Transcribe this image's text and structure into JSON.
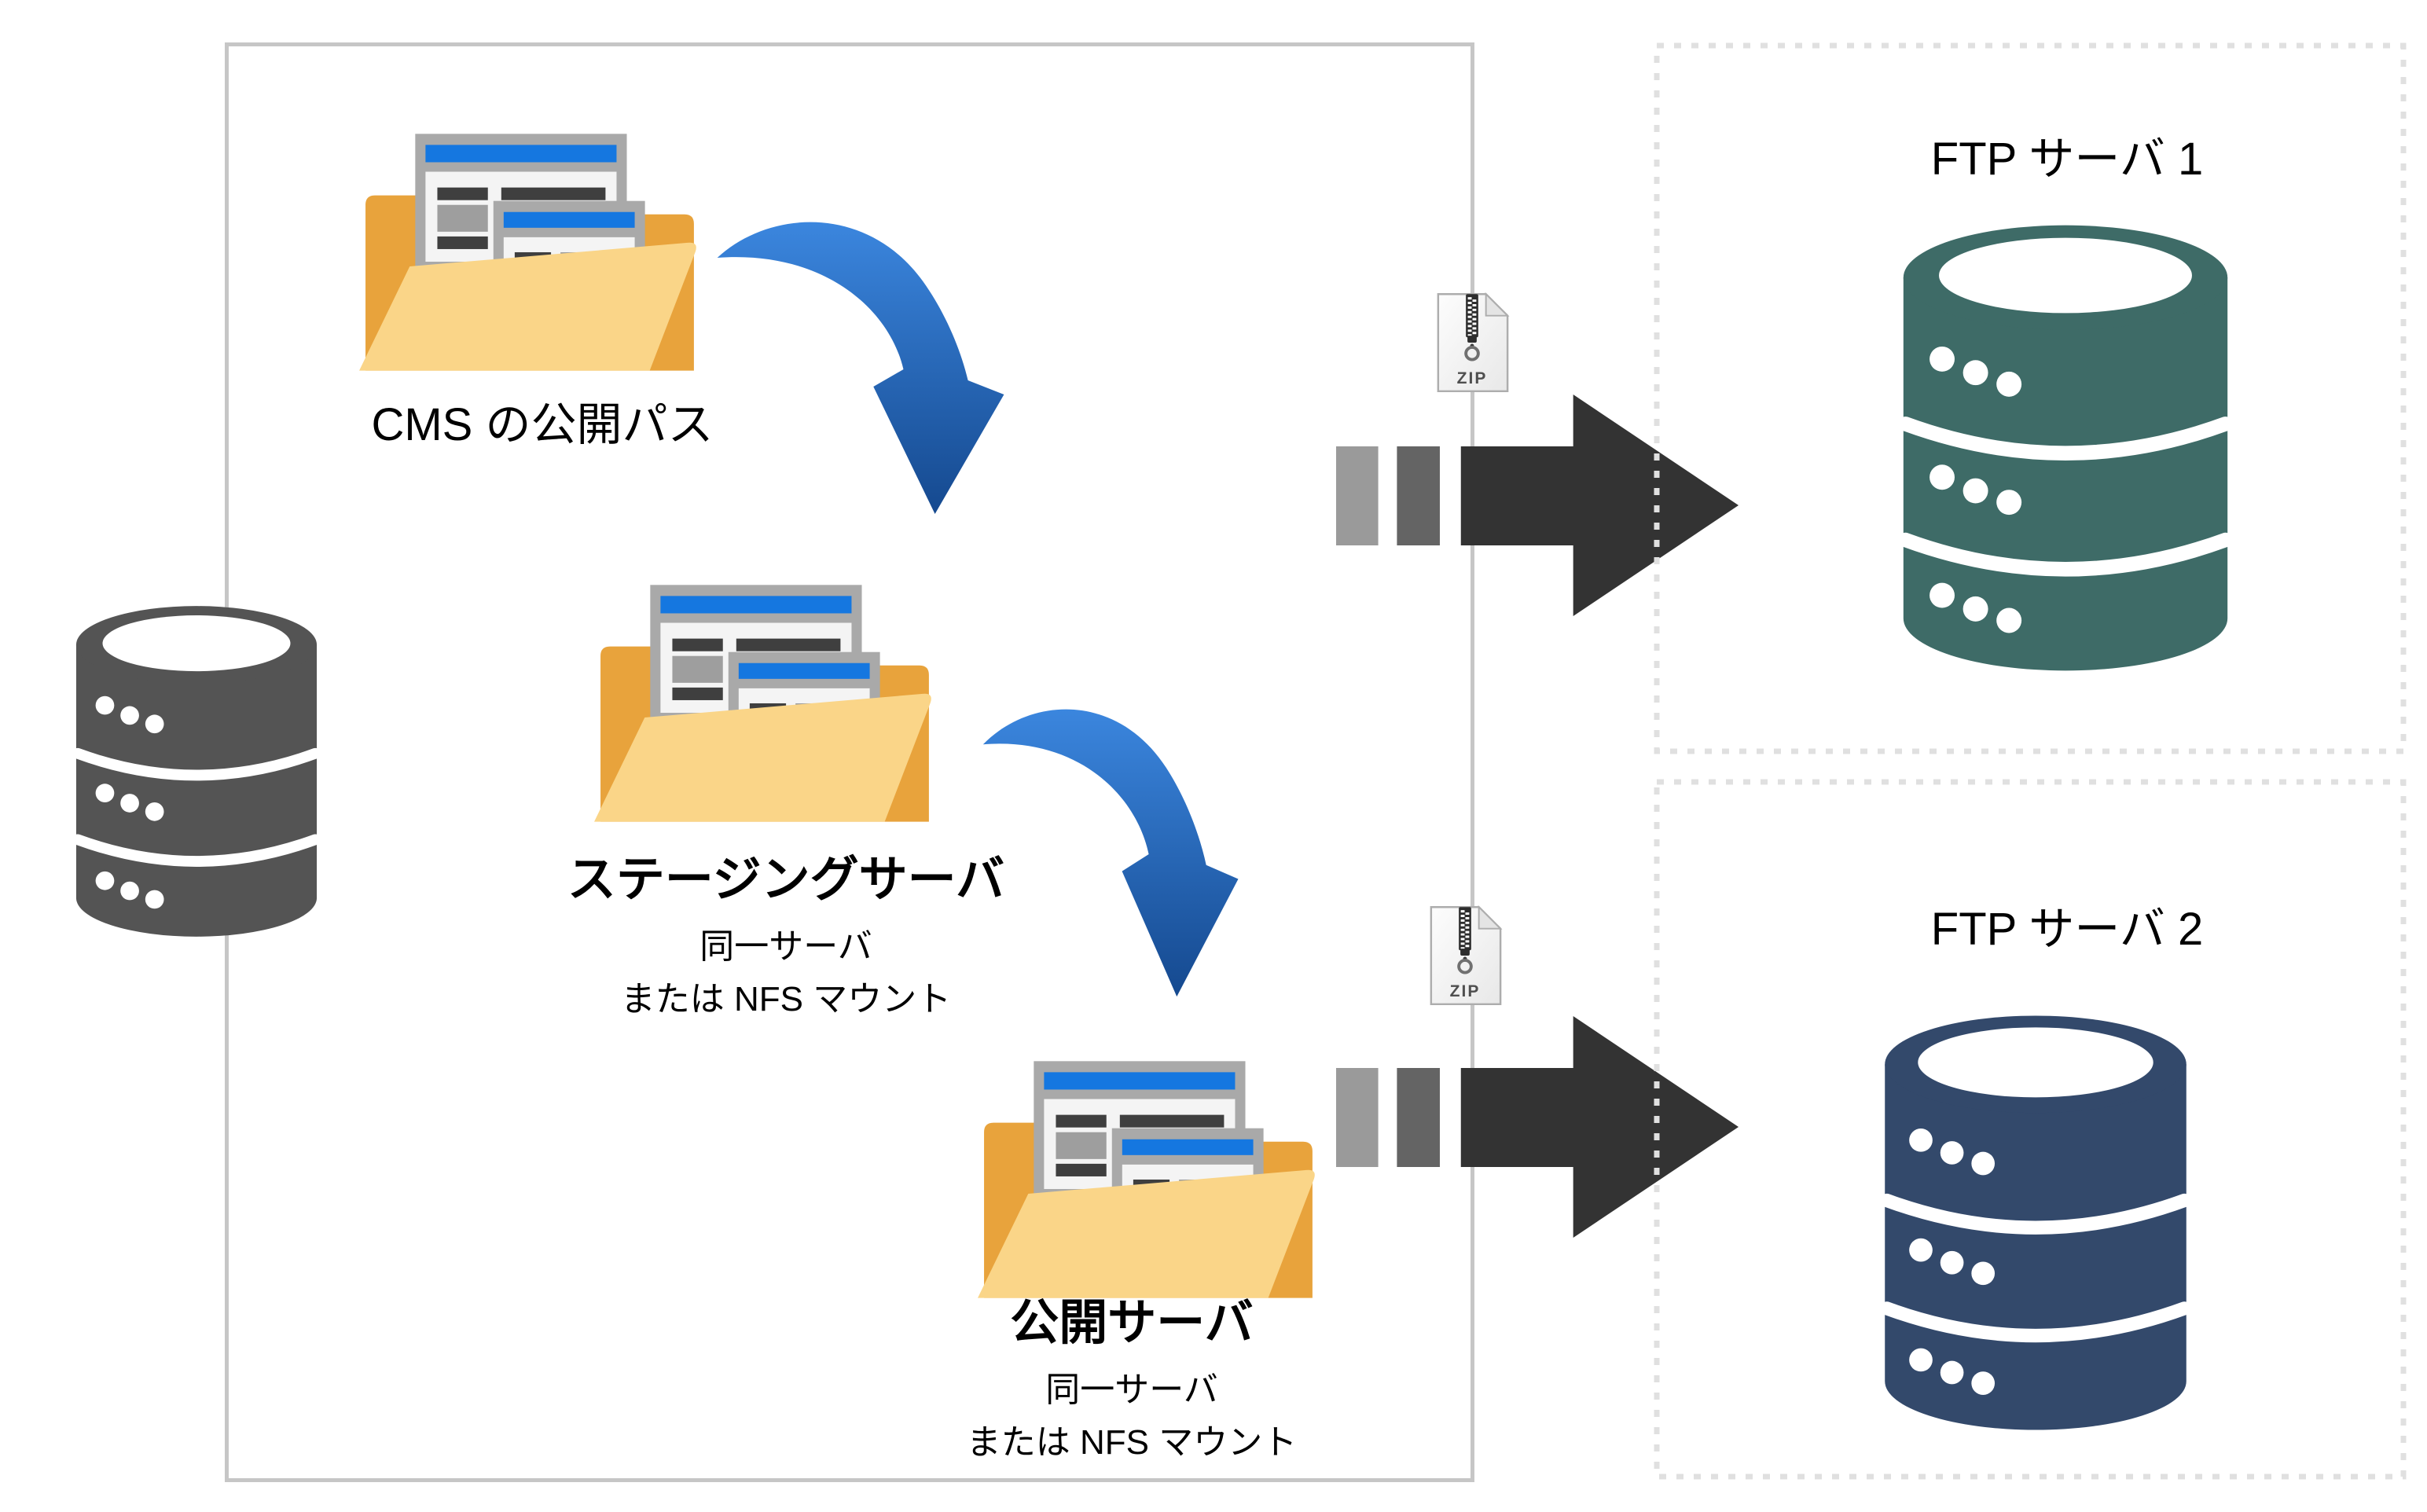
{
  "nodes": {
    "cms": {
      "label": "CMS の公開パス"
    },
    "staging": {
      "label": "ステージングサーバ",
      "note_line1": "同一サーバ",
      "note_line2": "または NFS マウント"
    },
    "publish": {
      "label": "公開サーバ",
      "note_line1": "同一サーバ",
      "note_line2": "または NFS マウント"
    },
    "ftp1": {
      "label": "FTP サーバ 1"
    },
    "ftp2": {
      "label": "FTP サーバ 2"
    }
  },
  "zip_label": "ZIP",
  "colors": {
    "main_box_border": "#C6C6C6",
    "dotted_box_border": "#E0E0E0",
    "source_db": "#545454",
    "ftp1_db": "#3E6B67",
    "ftp2_db": "#33496B",
    "copy_arrow_light": "#3B86DE",
    "copy_arrow_dark": "#15498F",
    "transfer_arrow": "#333333",
    "transfer_bar_light": "#9A9A9A",
    "transfer_bar_dark": "#646464",
    "folder_back": "#E8A33C",
    "folder_front": "#FAD588",
    "page_accent": "#1577E0"
  }
}
